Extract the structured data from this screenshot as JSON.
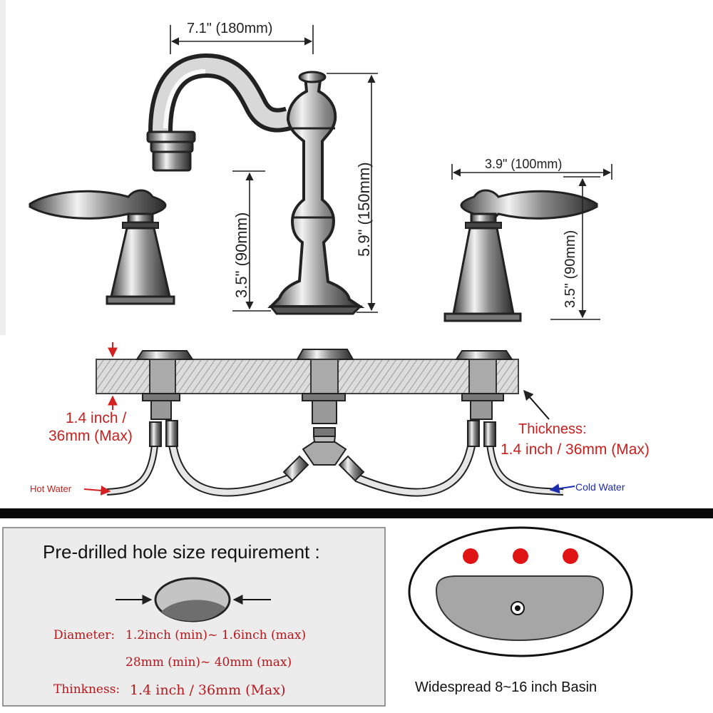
{
  "dimensions": {
    "spout_width": "7.1\" (180mm)",
    "spout_height": "5.9\" (150mm)",
    "spout_outlet_height": "3.5\" (90mm)",
    "handle_width": "3.9\" (100mm)",
    "handle_height": "3.5\" (90mm)"
  },
  "installation": {
    "left_thickness_line1": "1.4 inch /",
    "left_thickness_line2": "36mm (Max)",
    "thickness_title": "Thickness:",
    "thickness_value": "1.4 inch / 36mm (Max)",
    "hot_water": "Hot Water",
    "cold_water": "Cold Water"
  },
  "requirements": {
    "title": "Pre-drilled hole size requirement :",
    "diameter_label": "Diameter:",
    "diameter_inch": "1.2inch (min)~ 1.6inch (max)",
    "diameter_mm": "28mm (min)~ 40mm (max)",
    "thickness_label": "Thinkness:",
    "thickness_value": "1.4 inch / 36mm (Max)"
  },
  "basin": {
    "caption": "Widespread 8~16 inch Basin"
  },
  "colors": {
    "label_red": "#c8201e",
    "hot_arrow": "#d42020",
    "cold_arrow": "#1c2bb0",
    "hole_dot": "#e01414",
    "panel_bg": "#ececec",
    "divider": "#0a0a0a"
  }
}
